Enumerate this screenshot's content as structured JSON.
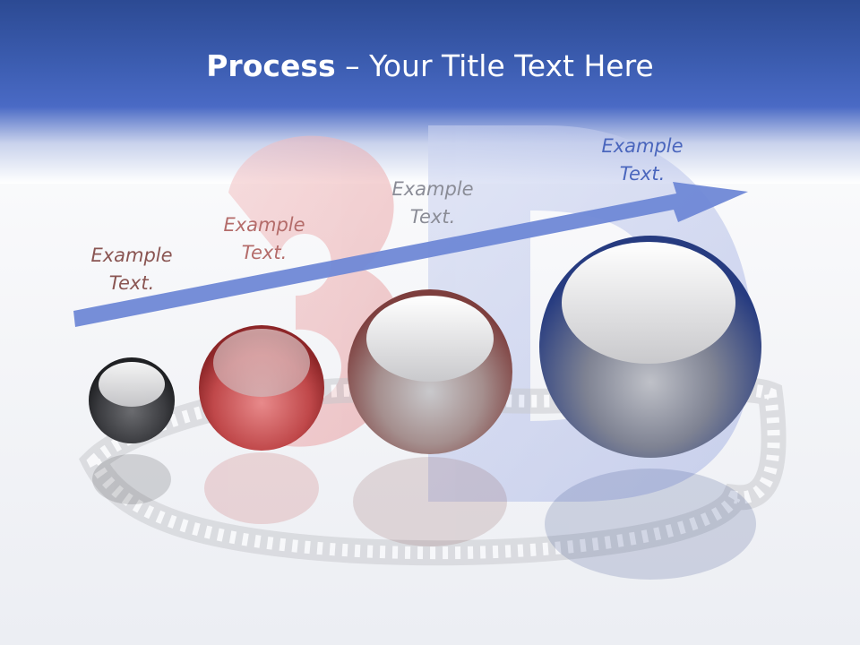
{
  "slide": {
    "title_bold": "Process",
    "title_rest": " – Your Title Text Here"
  },
  "steps": [
    {
      "line1": "Example",
      "line2": "Text."
    },
    {
      "line1": "Example",
      "line2": "Text."
    },
    {
      "line1": "Example",
      "line2": "Text."
    },
    {
      "line1": "Example",
      "line2": "Text."
    }
  ],
  "colors": {
    "header": "#3c5db1",
    "arrow": "#6f88d6",
    "sphere_dark": "#3b3c40",
    "sphere_red": "#c0484a",
    "sphere_brown": "#8a5552",
    "sphere_blue": "#2f4486"
  }
}
